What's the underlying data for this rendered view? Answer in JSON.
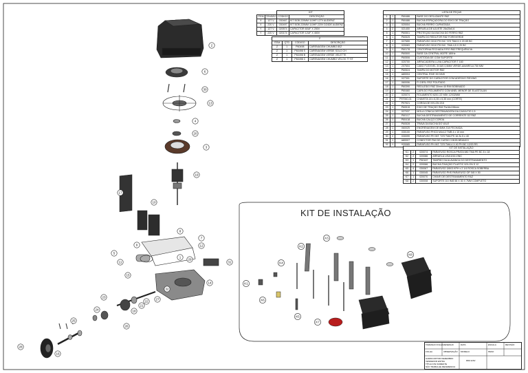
{
  "variants_table": {
    "kit_header": "KIT",
    "columns": [
      "ITEM",
      "TENSÃO",
      "CÓDIGO",
      "DESCRIÇÃO"
    ],
    "rows": [
      [
        "X",
        "127 V",
        "030467",
        "KIT BOB 220MM 110HP 127V AUDIENZ"
      ],
      [
        "X",
        "220 V",
        "030497",
        "KIT BOB 220MM 110HP 220V DZ4DE AUDIENZ"
      ],
      [
        "Y",
        "127 V",
        "020574",
        "CAPACITOR 60UF X 250V"
      ],
      [
        "Y",
        "220 V",
        "020174",
        "CAPACITOR 12UF X 450V"
      ]
    ]
  },
  "plate_table": {
    "kit_header": "Z",
    "columns": [
      "ITEM",
      "QTD",
      "CÓDIGO",
      "DESCRIÇÃO"
    ],
    "rows": [
      [
        "Z",
        "1",
        "P60498",
        "CARENAGEM CHUMBO 80Z"
      ],
      [
        "Z",
        "1",
        "P60498 S",
        "CARENAGEM VERDE SOLO CH"
      ],
      [
        "Z",
        "1",
        "P60498 B",
        "CARENAGEM VERDE VELETTE"
      ],
      [
        "Z",
        "1",
        "P60498 C",
        "CARENAGEM CHUMBO VELOX 77 ST"
      ]
    ]
  },
  "parts_table": {
    "title": "LISTA DE PEÇAS",
    "rows": [
      [
        "1",
        "1",
        "P60486",
        "BASE DO DESLIZANTE R8Z"
      ],
      [
        "2",
        "1",
        "P60486",
        "BUCHA ESPAÇADORA DO EIXO DE TRAÇÃO"
      ],
      [
        "3",
        "1",
        "020004",
        "BUCHA FERRO CURVATADA"
      ],
      [
        "4",
        "2",
        "021400",
        "ARRUELA DE AJUSTE 26x25x0,6"
      ],
      [
        "5",
        "1",
        "P60501",
        "PROTEÇÃO DA BUCHA DO FERRO R8Z"
      ],
      [
        "6",
        "1",
        "P60525",
        "TAMPA DO REDUTOR R8Z FOREVERDE"
      ],
      [
        "7",
        "2",
        "027659",
        "PARAFUSO 3X10 PH INC 7ZS TMA 5 X 20 8S BC"
      ],
      [
        "8",
        "1",
        "020063",
        "PARAFUSO 3X10 PH INC. TMA 4,5 X 20 BC"
      ],
      [
        "9",
        "1",
        "P60178",
        "CENTOPINA FECHADA F/RO R8Z FREQUÊNCIA"
      ],
      [
        "10",
        "1",
        "P60500",
        "BASE DA CENTRAL 80ZFE 180Hz"
      ],
      [
        "11",
        "1",
        "P60506",
        "CUSTÓDIA DE COM SUPORTE"
      ],
      [
        "12",
        "1",
        "020700",
        "ARRACADEIRA LUVA CAPACITOR T 160"
      ],
      [
        "13",
        "1",
        "207604",
        "CABO FLEXÍVEL 3VIAS 0,5MM VERDE-AMARELA 750 MM"
      ],
      [
        "14",
        "1",
        "P60524",
        "TAMPA DO MOTOR R8Z"
      ],
      [
        "15",
        "1",
        "A80004",
        "CENTRAL RIVE 39 DINS"
      ],
      [
        "16",
        "1",
        "027301",
        "SUPORTE DO CAPACITOR COM ADESIVO FIEXING"
      ],
      [
        "17",
        "1",
        "060006",
        "F.I DESL RSZ P.DUTADO"
      ],
      [
        "18",
        "1",
        "P60390",
        "REDUZIDO R8Z 30mm 40 RIM BOBINADO"
      ],
      [
        "19",
        "2",
        "P60460",
        "CAPA DO ROLAMENTO COM ANEL MENOR DE ELASTOLAN"
      ],
      [
        "20",
        "2",
        "020074",
        "ROLAMENTO 6201 2Z NSK 12X32MM"
      ],
      [
        "21",
        "1",
        "P97940-01",
        "CHAVETA 18 x 6,35 x 6,35 mm (CORTE)"
      ],
      [
        "22",
        "1",
        "P97921",
        "COROA DE NYLON Z15"
      ],
      [
        "23",
        "1",
        "P60515",
        "EIXO DE TRAÇÃO R8Z Pa18x198mm"
      ],
      [
        "24",
        "1",
        "027037",
        "MOLA CÔNICA DESTRAVADORA DA CAIXA FIO 1,5"
      ],
      [
        "25",
        "1",
        "P60117",
        "BUCHA DESTRAVAMENTO DE CORRENTE DZ R8Z"
      ],
      [
        "26",
        "1",
        "P60418",
        "BUCHA CALÇO COROA"
      ],
      [
        "27",
        "1",
        "P60528",
        "TRAVA DA BUCHA DO VALE"
      ],
      [
        "28",
        "1",
        "060025",
        "ENGRENAGEM DE 6MM Z18 FECHADA"
      ],
      [
        "29",
        "1",
        "030100",
        "PARAFUSO PHCD M4x12 TMB 4 x 10 mm"
      ],
      [
        "30",
        "2",
        "030099",
        "PARAFUSO PH INT. TZS TMA PS 16 Zs 5 x 40"
      ],
      [
        "31",
        "1",
        "A80007",
        "CONECTOR FIM DE CURSO 3 BOB BRANCO"
      ],
      [
        "32",
        "1",
        "020065",
        "PARAFUSO PH INT. TZS TMA 4 X 40 PH BC 12/20 RS"
      ]
    ]
  },
  "install_table": {
    "title": "KIT DE INSTALAÇÃO",
    "rows": [
      [
        "K1",
        "2",
        "020074",
        "PARAFUSO ROSCA PRATA 580 TMA PE BC 8 x 18"
      ],
      [
        "K2",
        "2",
        "020086",
        "ARRUELA LISA 5/16 ZINC"
      ],
      [
        "K3",
        "1",
        "P60187",
        "TAMPÃO DA ALAVANCA DO DESTRAVAMENTO"
      ],
      [
        "K4",
        "2",
        "020066",
        "BUCHA FIXAÇÃO PLASTIC NYLON S 12"
      ],
      [
        "K5",
        "4",
        "030067",
        "PARAFUSO 3/8X3 KPH x 2 1/4 ROSCA SOBERBA"
      ],
      [
        "K6",
        "1",
        "030045",
        "PARAFUSO PHS PARAFUSO OP. 5/8 X 50"
      ],
      [
        "K7",
        "1",
        "020070",
        "CHAVE DE DESTRAVAMENTO R&Z"
      ],
      [
        "K8",
        "2",
        "030008",
        "SUPORTE DO ÍMÃ 58 X 30 X 7MM COMPLETO"
      ]
    ]
  },
  "kit_title": "KIT DE INSTALAÇÃO",
  "callouts_main": [
    "2",
    "6",
    "30",
    "13",
    "4",
    "20",
    "3",
    "19",
    "17",
    "10",
    "8",
    "7",
    "12",
    "5",
    "11",
    "29",
    "15",
    "14",
    "31",
    "9",
    "1",
    "27",
    "32",
    "22",
    "18",
    "21",
    "26",
    "23",
    "24",
    "25",
    "28",
    "16"
  ],
  "callouts_kit": [
    "K1",
    "K2",
    "K3",
    "K4",
    "K5",
    "K6",
    "K7",
    "K8"
  ],
  "title_block": {
    "row1": [
      "TAMANHO FOLHA",
      "DESENHO",
      "DATA",
      "ESCALA",
      "REVISÃO"
    ],
    "row2": [
      "FOLHA",
      "OBSERVAÇÃO",
      "MODELO",
      "PESO"
    ],
    "company": [
      "GARRA MOTOR DEZEMBRO",
      "VENDEDOR ENTRA",
      "TÍTULO PE SOMENTE",
      "NÃO TRABALHE REFERENCIA"
    ],
    "model": "R8Z 220V"
  }
}
